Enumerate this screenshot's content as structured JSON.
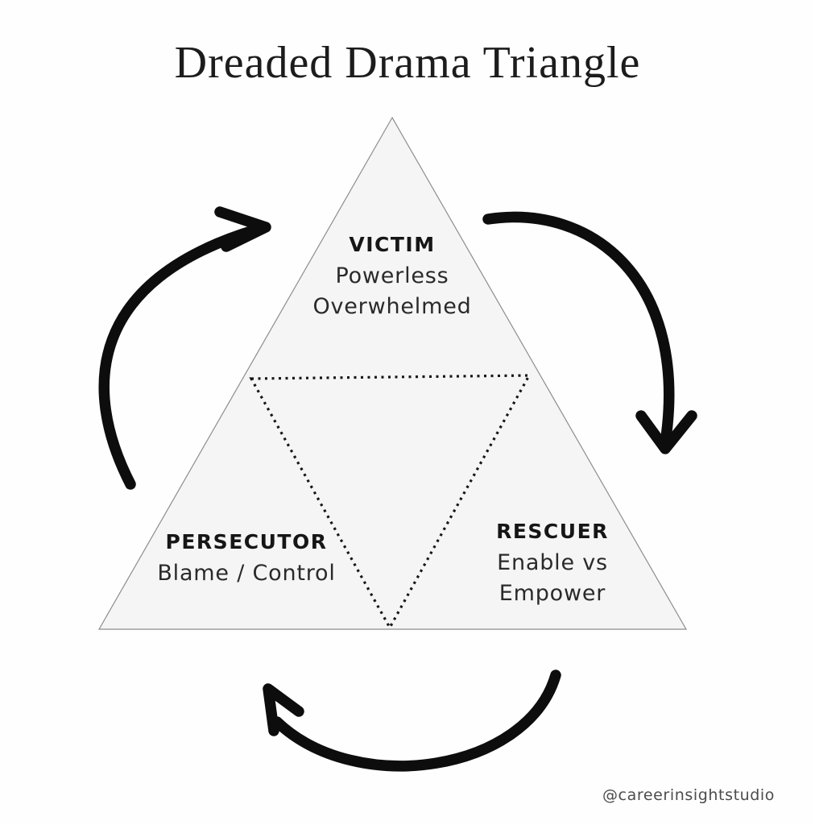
{
  "title": "Dreaded Drama Triangle",
  "watermark": "@careerinsightstudio",
  "diagram": {
    "type": "cycle-triangle",
    "roles": [
      {
        "name": "VICTIM",
        "lines": [
          "Powerless",
          "Overwhelmed"
        ]
      },
      {
        "name": "PERSECUTOR",
        "lines": [
          "Blame / Control",
          ""
        ]
      },
      {
        "name": "RESCUER",
        "lines": [
          "Enable vs",
          "Empower"
        ]
      }
    ],
    "shapes": [
      "outer-triangle",
      "inner-dotted-inverted-triangle"
    ],
    "arrow_count": 3,
    "arrow_direction": "clockwise"
  },
  "colors": {
    "background": "#fefefe",
    "triangle_fill": "#f5f5f5",
    "triangle_outline": "#8d8d8d",
    "arrow_ink": "#0d0d0d",
    "dotted_line": "#161616",
    "title_text": "#1c1c1c",
    "label_text": "#2a2a2a",
    "watermark_text": "#4c4c4c"
  }
}
